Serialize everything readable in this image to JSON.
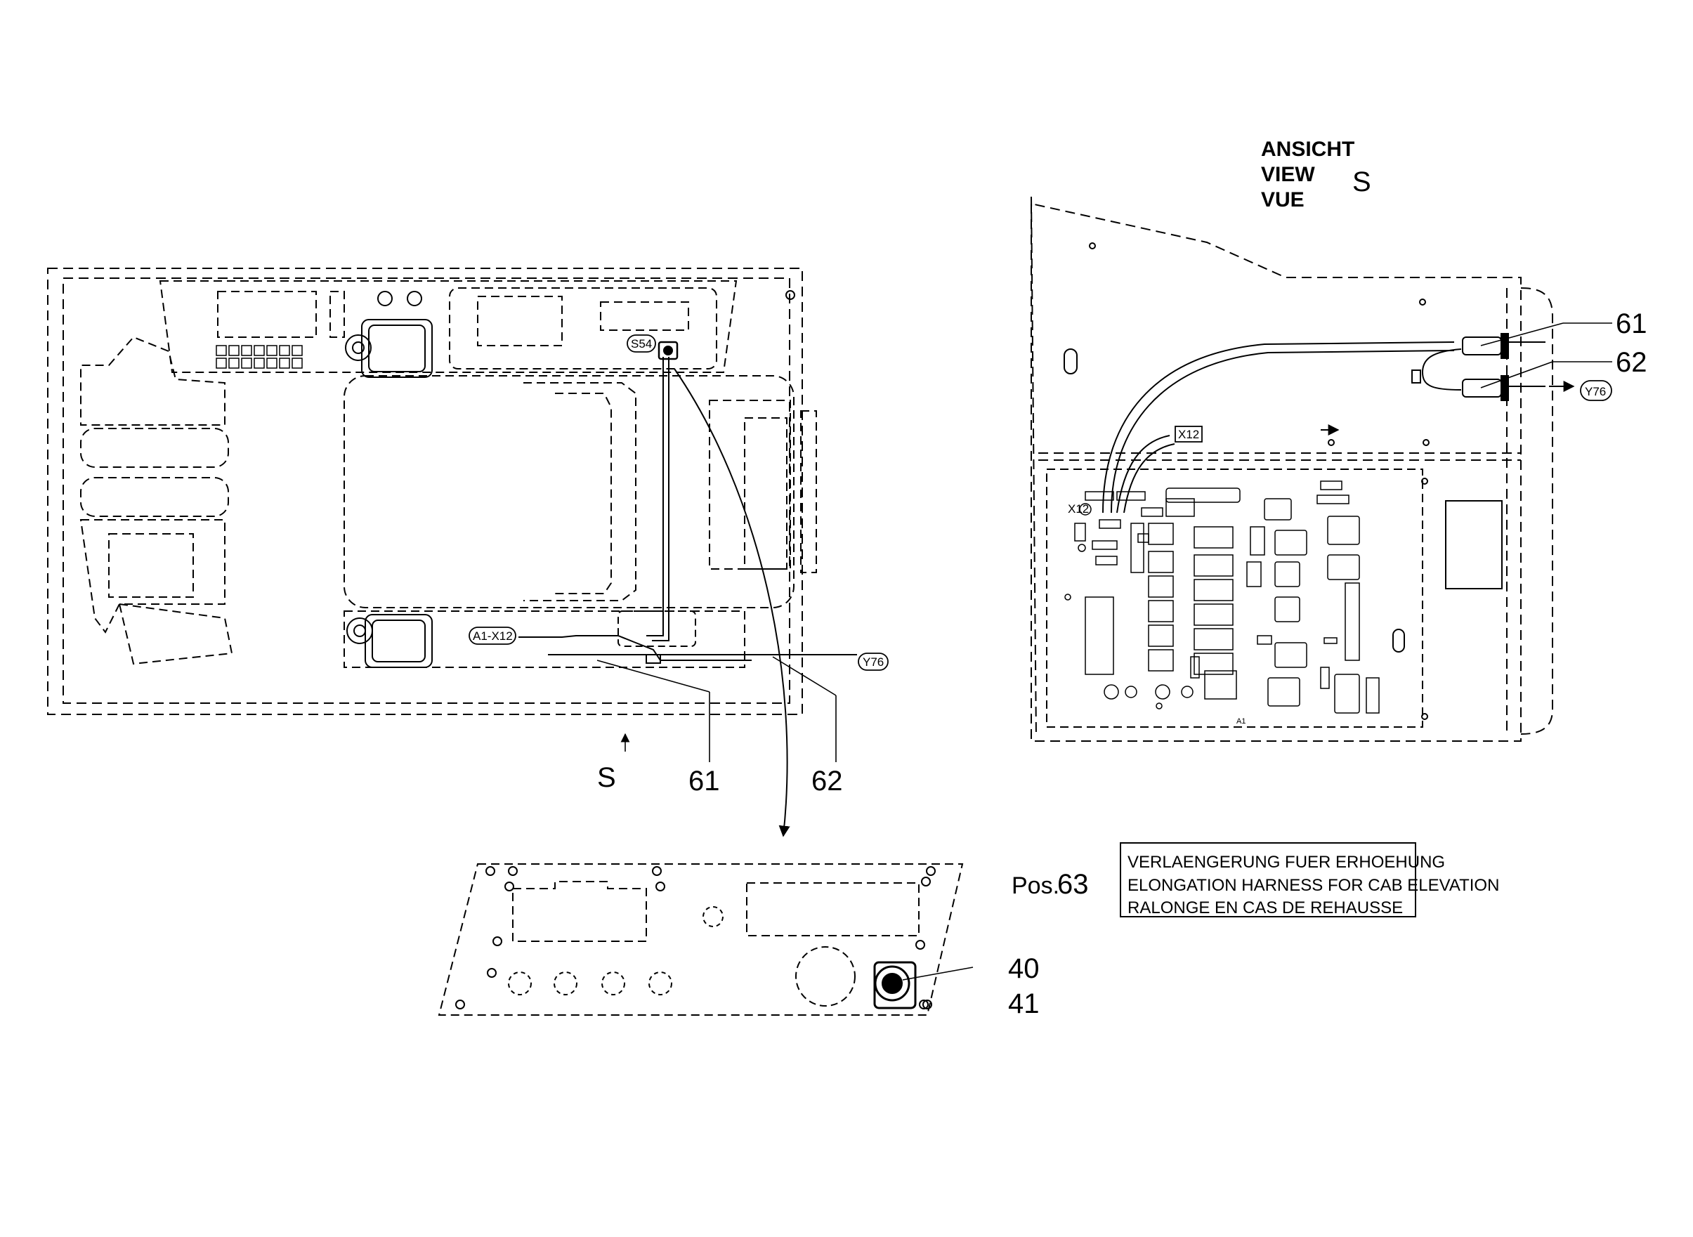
{
  "view_header": {
    "line1": "ANSICHT",
    "line2": "VIEW",
    "line3": "VUE",
    "letter": "S"
  },
  "view_marker": "S",
  "callouts": {
    "left_61": "61",
    "left_62": "62",
    "right_61": "61",
    "right_62": "62",
    "item_40": "40",
    "item_41": "41"
  },
  "connector_tags": {
    "s54": "S54",
    "a1_x12": "A1-X12",
    "y76_left": "Y76",
    "y76_right": "Y76",
    "x12_board": "X12",
    "x12_tag": "X12",
    "a1": "A1"
  },
  "pos": {
    "prefix": "Pos.",
    "number": "63"
  },
  "note_box": {
    "line1": "VERLAENGERUNG FUER ERHOEHUNG",
    "line2": "ELONGATION HARNESS FOR CAB ELEVATION",
    "line3": "RALONGE EN CAS DE REHAUSSE"
  }
}
